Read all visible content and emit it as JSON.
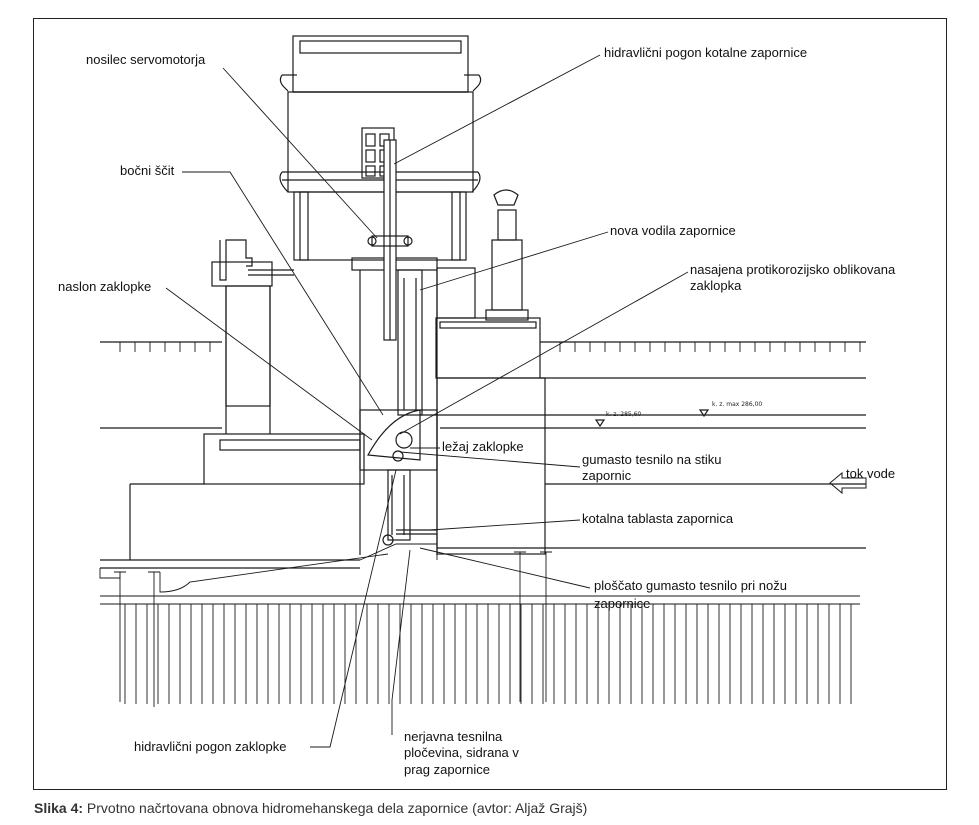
{
  "labels": {
    "nosilec": "nosilec servomotorja",
    "hidravlicni_kotalne": "hidravlični pogon kotalne zapornice",
    "bocni_scit": "bočni ščit",
    "nova_vodila": "nova vodila zapornice",
    "nasajena_1": "nasajena protikorozijsko oblikovana",
    "nasajena_2": "zaklopka",
    "naslon": "naslon zaklopke",
    "lezaj": "ležaj zaklopke",
    "gumasto_1": "gumasto tesnilo na stiku",
    "gumasto_2": "zapornic",
    "tok_vode": "tok vode",
    "kotalna": "kotalna tablasta zapornica",
    "ploscato_1": "ploščato gumasto tesnilo pri nožu",
    "ploscato_2": "zapornice",
    "hidravlicni_zaklopke": "hidravlični pogon zaklopke",
    "nerjavna_1": "nerjavna tesnilna",
    "nerjavna_2": "pločevina, sidrana v",
    "nerjavna_3": "prag zapornice"
  },
  "levels": {
    "left": "k. z. 285,60",
    "right": "k. z. max 286,00"
  },
  "caption": {
    "prefix": "Slika 4:",
    "text": " Prvotno načrtovana obnova hidromehanskega dela zapornice (avtor: Aljaž Grajš)"
  }
}
